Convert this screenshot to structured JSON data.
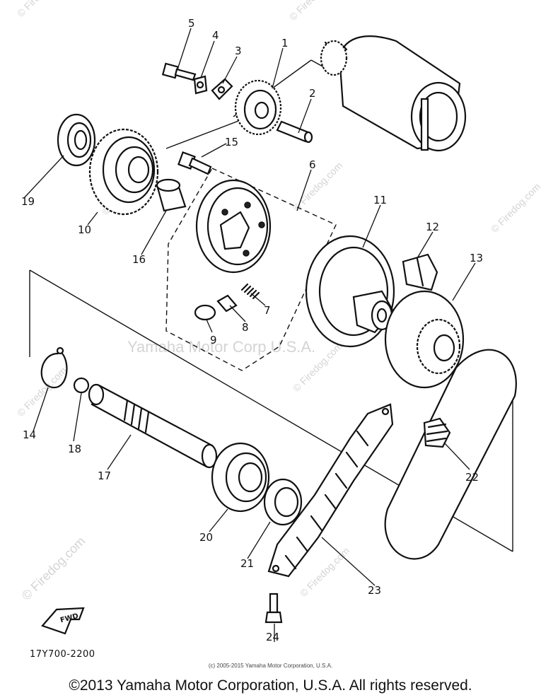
{
  "diagram": {
    "callouts": [
      "1",
      "2",
      "3",
      "4",
      "5",
      "6",
      "7",
      "8",
      "9",
      "10",
      "11",
      "12",
      "13",
      "14",
      "15",
      "16",
      "17",
      "18",
      "19",
      "20",
      "21",
      "22",
      "23",
      "24"
    ],
    "fwd_label": "FWD",
    "code": "17Y700-2200"
  },
  "watermarks": {
    "site": "© Firedog.com",
    "center": "Yamaha Motor Corp U.S.A."
  },
  "footer": {
    "small_copyright": "(c) 2005-2015 Yamaha Motor Corporation, U.S.A.",
    "copyright": "©2013 Yamaha Motor Corporation, U.S.A. All rights reserved."
  }
}
